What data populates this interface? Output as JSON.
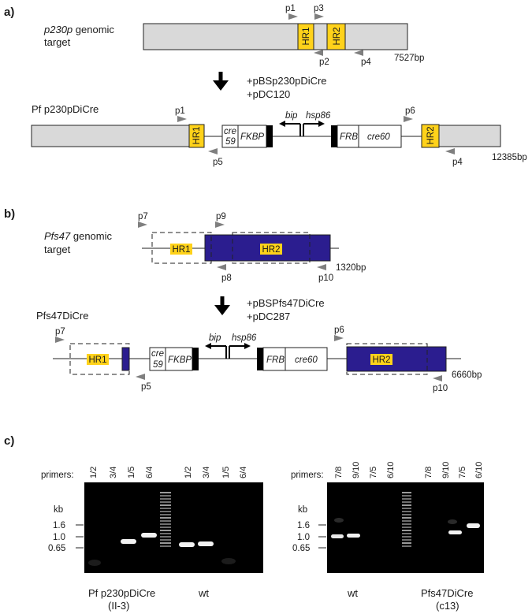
{
  "panels": {
    "a": "a)",
    "b": "b)",
    "c": "c)"
  },
  "a": {
    "target_gene": "p230p",
    "target_rest": " genomic",
    "target_line2": "target",
    "hr1": "HR1",
    "hr2": "HR2",
    "size_top": "7527bp",
    "plasmid1": "+pBSp230pDiCre",
    "plasmid2": "+pDC120",
    "construct_label": "Pf p230pDiCre",
    "size_bottom": "12385bp",
    "primers": {
      "p1": "p1",
      "p2": "p2",
      "p3": "p3",
      "p4": "p4",
      "p5": "p5",
      "p6": "p6"
    }
  },
  "b": {
    "target_gene": "Pfs47",
    "target_rest": " genomic",
    "target_line2": "target",
    "hr1": "HR1",
    "hr2": "HR2",
    "size_top": "1320bp",
    "plasmid1": "+pBSPfs47DiCre",
    "plasmid2": "+pDC287",
    "construct_label": "Pfs47DiCre",
    "size_bottom": "6660bp",
    "primers": {
      "p5": "p5",
      "p6": "p6",
      "p7": "p7",
      "p8": "p8",
      "p9": "p9",
      "p10": "p10"
    }
  },
  "cassette": {
    "cre59_1": "cre",
    "cre59_2": "59",
    "fkbp": "FKBP",
    "bip": "bip",
    "hsp86": "hsp86",
    "frb": "FRB",
    "cre60": "cre60"
  },
  "gels": {
    "primers_label": "primers:",
    "kb_label": "kb",
    "markers": [
      "1.6",
      "1.0",
      "0.65"
    ],
    "left": {
      "lanes": [
        "1/2",
        "3/4",
        "1/5",
        "6/4",
        "1/2",
        "3/4",
        "1/5",
        "6/4"
      ],
      "caption_a": "Pf p230pDiCre",
      "caption_a2": "(II-3)",
      "caption_b": "wt"
    },
    "right": {
      "lanes": [
        "7/8",
        "9/10",
        "7/5",
        "6/10",
        "7/8",
        "9/10",
        "7/5",
        "6/10"
      ],
      "caption_a": "wt",
      "caption_b": "Pfs47DiCre",
      "caption_b2": "(c13)"
    }
  },
  "colors": {
    "locus_grey": "#d9d9d9",
    "homology_yellow": "#ffd21a",
    "pfs47_blue": "#2b1d8f",
    "arrow_grey": "#7f7f7f",
    "gel_bg": "#000000",
    "band": "#f2f2f2"
  }
}
